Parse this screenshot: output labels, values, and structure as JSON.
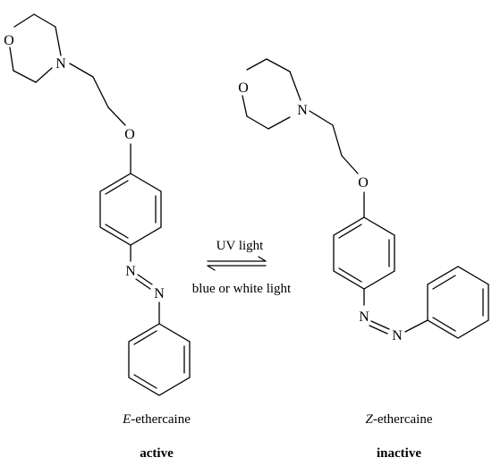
{
  "atoms": {
    "oxygen": "O",
    "nitrogen": "N"
  },
  "left": {
    "prefix": "E",
    "name": "-ethercaine",
    "state": "active"
  },
  "right": {
    "prefix": "Z",
    "name": "-ethercaine",
    "state": "inactive"
  },
  "arrow": {
    "top_label": "UV light",
    "bottom_label": "blue or white light"
  }
}
